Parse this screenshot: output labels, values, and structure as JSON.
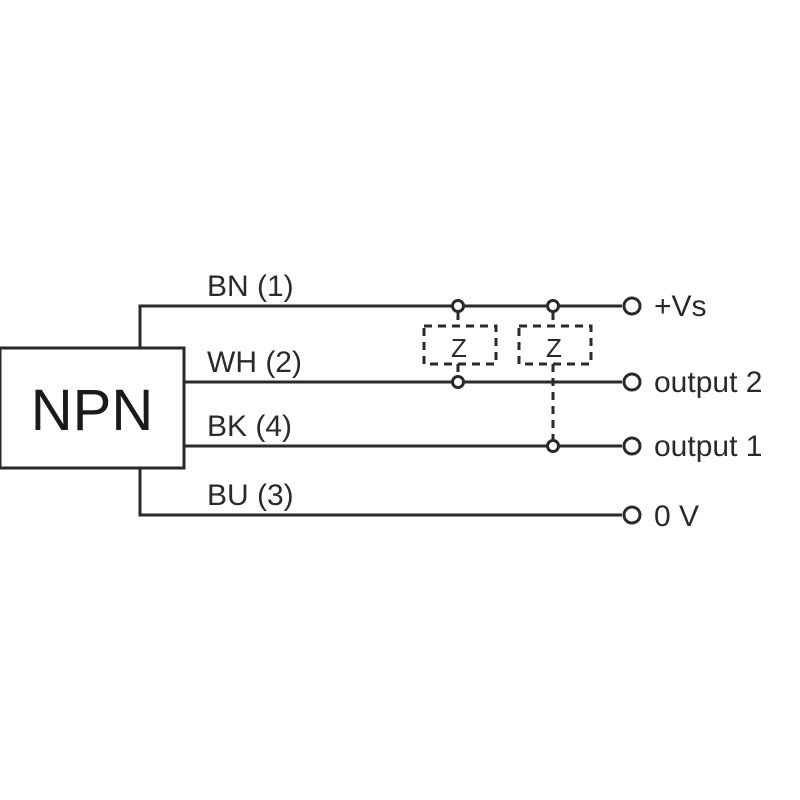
{
  "diagram": {
    "sensor_type": "NPN",
    "wires": [
      {
        "id": "bn",
        "label": "BN (1)",
        "terminal": "+Vs"
      },
      {
        "id": "wh",
        "label": "WH (2)",
        "terminal": "output 2"
      },
      {
        "id": "bk",
        "label": "BK (4)",
        "terminal": "output 1"
      },
      {
        "id": "bu",
        "label": "BU (3)",
        "terminal": "0 V"
      }
    ],
    "loads": [
      {
        "label": "Z",
        "connects": [
          "+Vs",
          "output 2"
        ]
      },
      {
        "label": "Z",
        "connects": [
          "+Vs",
          "output 1"
        ]
      }
    ]
  }
}
